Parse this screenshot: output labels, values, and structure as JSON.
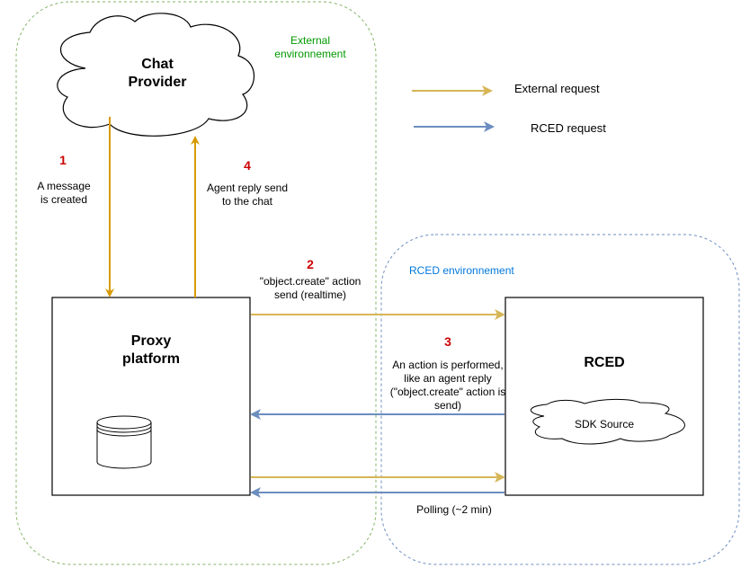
{
  "environments": {
    "external": {
      "label": "External environnement",
      "color": "#82b366"
    },
    "rced": {
      "label": "RCED environnement",
      "color": "#6c8ebf"
    }
  },
  "nodes": {
    "chat_provider": {
      "label": "Chat Provider",
      "shape": "cloud"
    },
    "proxy_platform": {
      "label": "Proxy platform",
      "shape": "rectangle",
      "contains": "database-icon"
    },
    "rced": {
      "label": "RCED",
      "shape": "rectangle"
    },
    "sdk_source": {
      "label": "SDK Source",
      "shape": "cloud"
    }
  },
  "legend": {
    "external_request": {
      "label": "External request",
      "color": "#d6b656"
    },
    "rced_request": {
      "label": "RCED request",
      "color": "#6c8ebf"
    }
  },
  "steps": [
    {
      "number": "1",
      "text": "A message is created",
      "lines": [
        "A message",
        "is created"
      ]
    },
    {
      "number": "2",
      "text": "\"object.create\" action send (realtime)",
      "lines": [
        "\"object.create\" action",
        "send (realtime)"
      ]
    },
    {
      "number": "3",
      "text": "An action is performed, like an agent reply (\"object.create\" action is send)",
      "lines": [
        "An action is performed,",
        "like an agent reply",
        "(\"object.create\" action is",
        "send)"
      ]
    },
    {
      "number": "4",
      "text": "Agent reply send to the chat",
      "lines": [
        "Agent reply send",
        "to the chat"
      ]
    }
  ],
  "polling": {
    "label": "Polling (~2 min)"
  },
  "colors": {
    "step_number": "#cc0000",
    "vertical_arrow": "#d79b00",
    "node_stroke": "#000000"
  }
}
